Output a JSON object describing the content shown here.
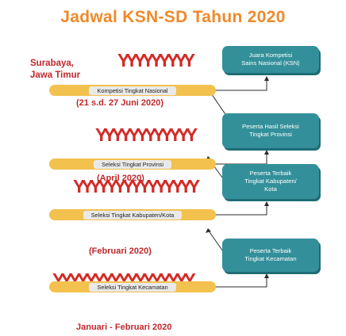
{
  "title": "Jadwal KSN-SD Tahun 2020",
  "location": [
    "Surabaya,",
    "Jawa Timur"
  ],
  "levels": [
    {
      "box": [
        "Juara Kompetisi",
        "Sains Nasional (KSN)"
      ],
      "stage": "Kompetisi Tingkat Nasional",
      "date": "(21 s.d. 27 Juni 2020)",
      "people_count": 9
    },
    {
      "box": [
        "Peserta Hasil Seleksi",
        "Tingkat Provinsi"
      ],
      "stage": "Seleksi Tingkat Provinsi",
      "date": "(April 2020)",
      "people_count": 12
    },
    {
      "box": [
        "Peserta Terbaik",
        "Tingkat Kabupaten/",
        "Kota"
      ],
      "stage": "Seleksi Tingkat Kabupaten/Kota",
      "date": "(Februari 2020)",
      "people_count": 15
    },
    {
      "box": [
        "Peserta Terbaik",
        "Tingkat Kecamatan"
      ],
      "stage": "Seleksi Tingkat Kecamatan",
      "date": "Januari - Februari 2020",
      "people_count": 17
    }
  ],
  "colors": {
    "title": "#ef8a2a",
    "people": "#d32a26",
    "box": "#33909a",
    "pill": "#f2c14e",
    "date_text": "#c0282c"
  }
}
